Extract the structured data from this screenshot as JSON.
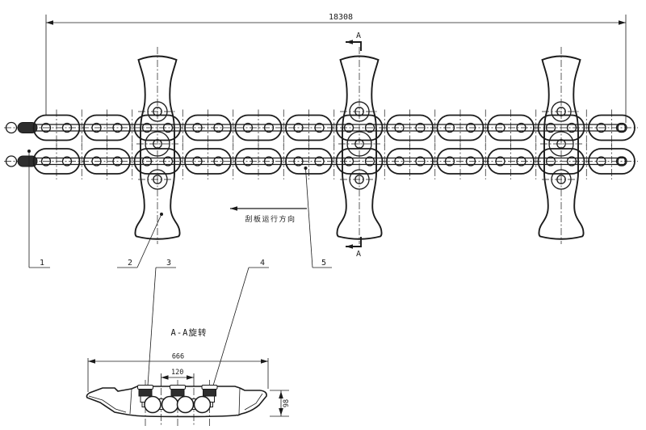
{
  "drawing": {
    "background": "#ffffff",
    "line_color": "#1b1b1b",
    "dimensions": {
      "overall_length": "18308",
      "flight_width": "666",
      "chain_gauge": "120",
      "flight_height": "98"
    },
    "section": {
      "marker": "A",
      "view_title": "A-A旋转"
    },
    "direction_note": "刮板运行方向",
    "part_labels": [
      "1",
      "2",
      "3",
      "4",
      "5"
    ]
  }
}
